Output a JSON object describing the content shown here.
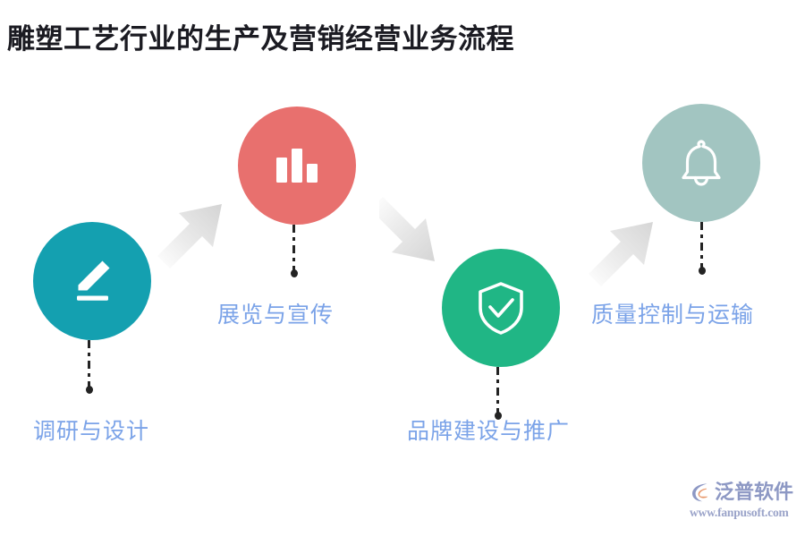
{
  "page": {
    "title": "雕塑工艺行业的生产及营销经营业务流程",
    "background_color": "#ffffff"
  },
  "colors": {
    "title_text": "#1b1b22",
    "label_text": "#7BA3E8",
    "connector": "#232323",
    "arrow_light": "#f2f2f2",
    "arrow_dark": "#d3d3d3",
    "brand_text": "#8D98C4",
    "brand_url": "#9AA3C9",
    "brand_accent": "#E89A6E"
  },
  "flow": {
    "steps": [
      {
        "index": 1,
        "label": "调研与设计",
        "icon": "pencil-edit-icon",
        "circle_color": "#14A0B0",
        "icon_color": "#ffffff"
      },
      {
        "index": 2,
        "label": "展览与宣传",
        "icon": "bar-chart-icon",
        "circle_color": "#E8706E",
        "icon_color": "#ffffff"
      },
      {
        "index": 3,
        "label": "品牌建设与推广",
        "icon": "shield-check-icon",
        "circle_color": "#20B685",
        "icon_color": "#ffffff"
      },
      {
        "index": 4,
        "label": "质量控制与运输",
        "icon": "bell-icon",
        "circle_color": "#A2C5C1",
        "icon_color": "#ffffff"
      }
    ],
    "arrows": [
      {
        "index": 1,
        "name": "arrow-up-right-1",
        "direction": "up-right"
      },
      {
        "index": 2,
        "name": "arrow-down-right-2",
        "direction": "down-right"
      },
      {
        "index": 3,
        "name": "arrow-up-right-3",
        "direction": "up-right"
      }
    ]
  },
  "brand": {
    "name": "泛普软件",
    "url": "www.fanpusoft.com"
  }
}
